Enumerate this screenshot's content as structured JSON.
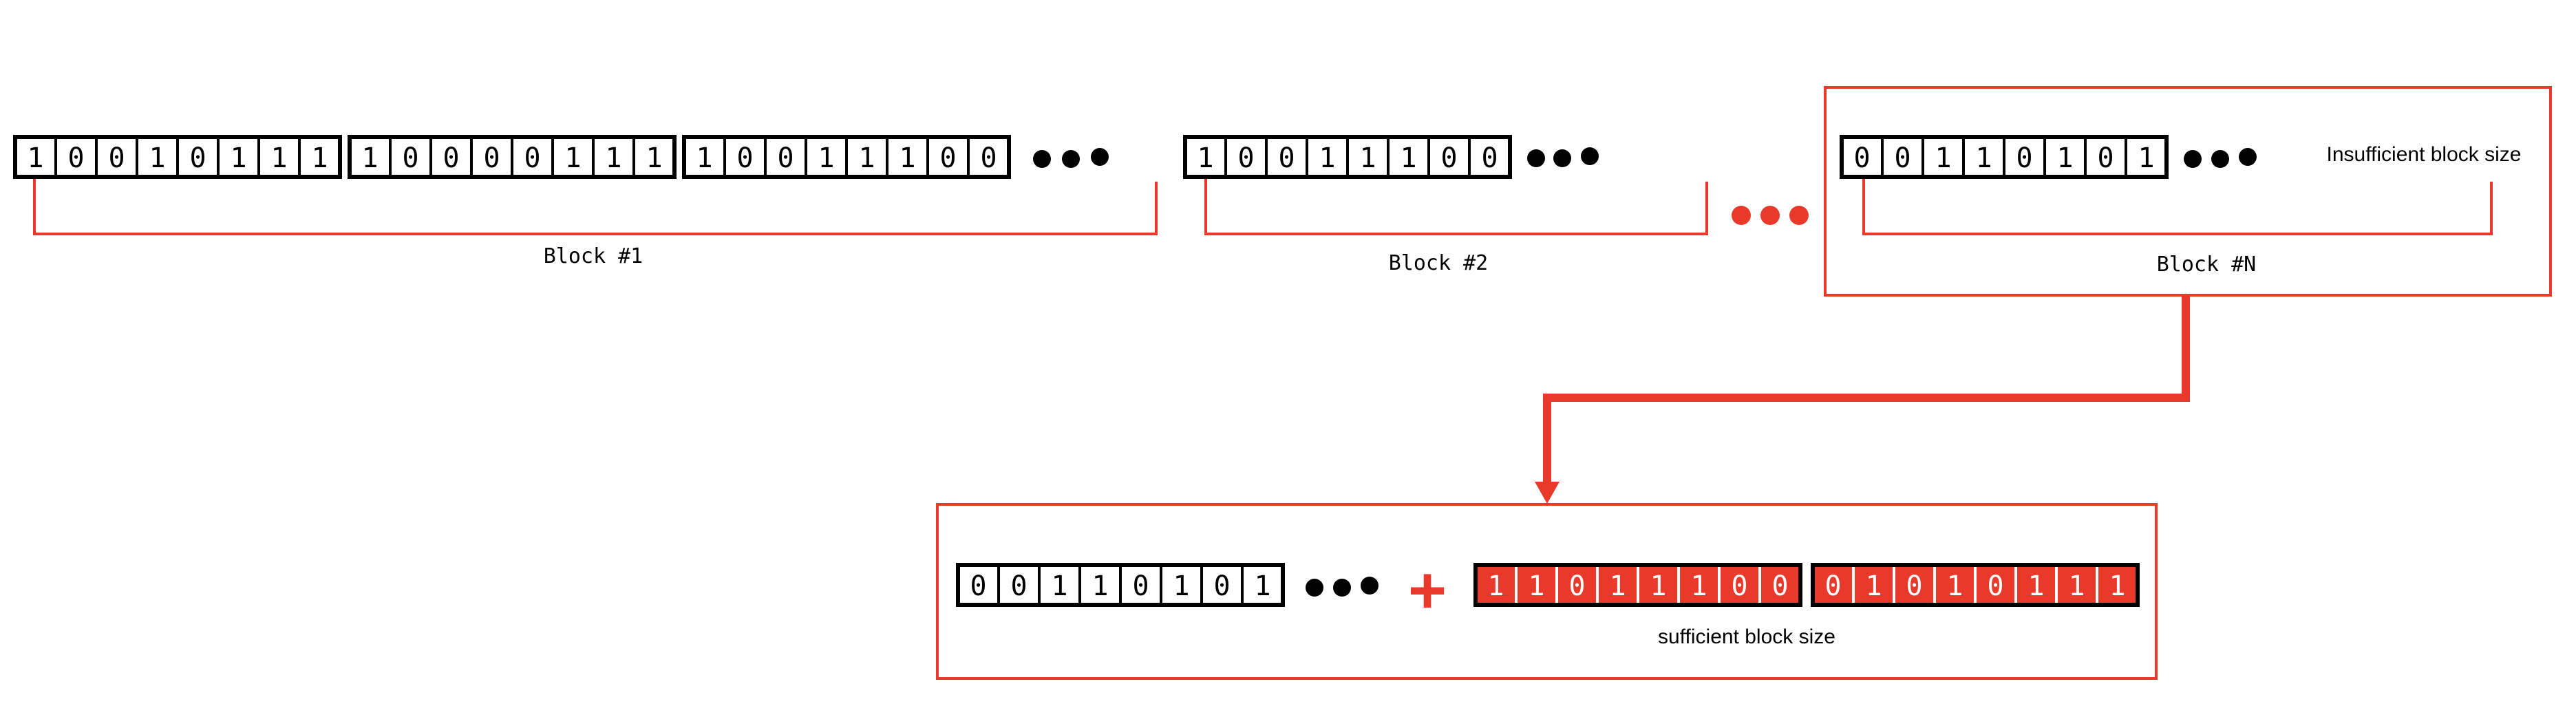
{
  "colors": {
    "accent": "#e8392b",
    "ink": "#000000",
    "paper": "#ffffff"
  },
  "bytes": {
    "b1_1": [
      "1",
      "0",
      "0",
      "1",
      "0",
      "1",
      "1",
      "1"
    ],
    "b1_2": [
      "1",
      "0",
      "0",
      "0",
      "0",
      "1",
      "1",
      "1"
    ],
    "b1_3": [
      "1",
      "0",
      "0",
      "1",
      "1",
      "1",
      "0",
      "0"
    ],
    "b2_1": [
      "1",
      "0",
      "0",
      "1",
      "1",
      "1",
      "0",
      "0"
    ],
    "bN_1": [
      "0",
      "0",
      "1",
      "1",
      "0",
      "1",
      "0",
      "1"
    ],
    "out_1": [
      "0",
      "0",
      "1",
      "1",
      "0",
      "1",
      "0",
      "1"
    ],
    "pad_1": [
      "1",
      "1",
      "0",
      "1",
      "1",
      "1",
      "0",
      "0"
    ],
    "pad_2": [
      "0",
      "1",
      "0",
      "1",
      "0",
      "1",
      "1",
      "1"
    ]
  },
  "labels": {
    "block_1": "Block #1",
    "block_2": "Block #2",
    "block_n": "Block #N",
    "insufficient": "Insufficient block size",
    "sufficient": "sufficient block size",
    "plus": "+"
  }
}
